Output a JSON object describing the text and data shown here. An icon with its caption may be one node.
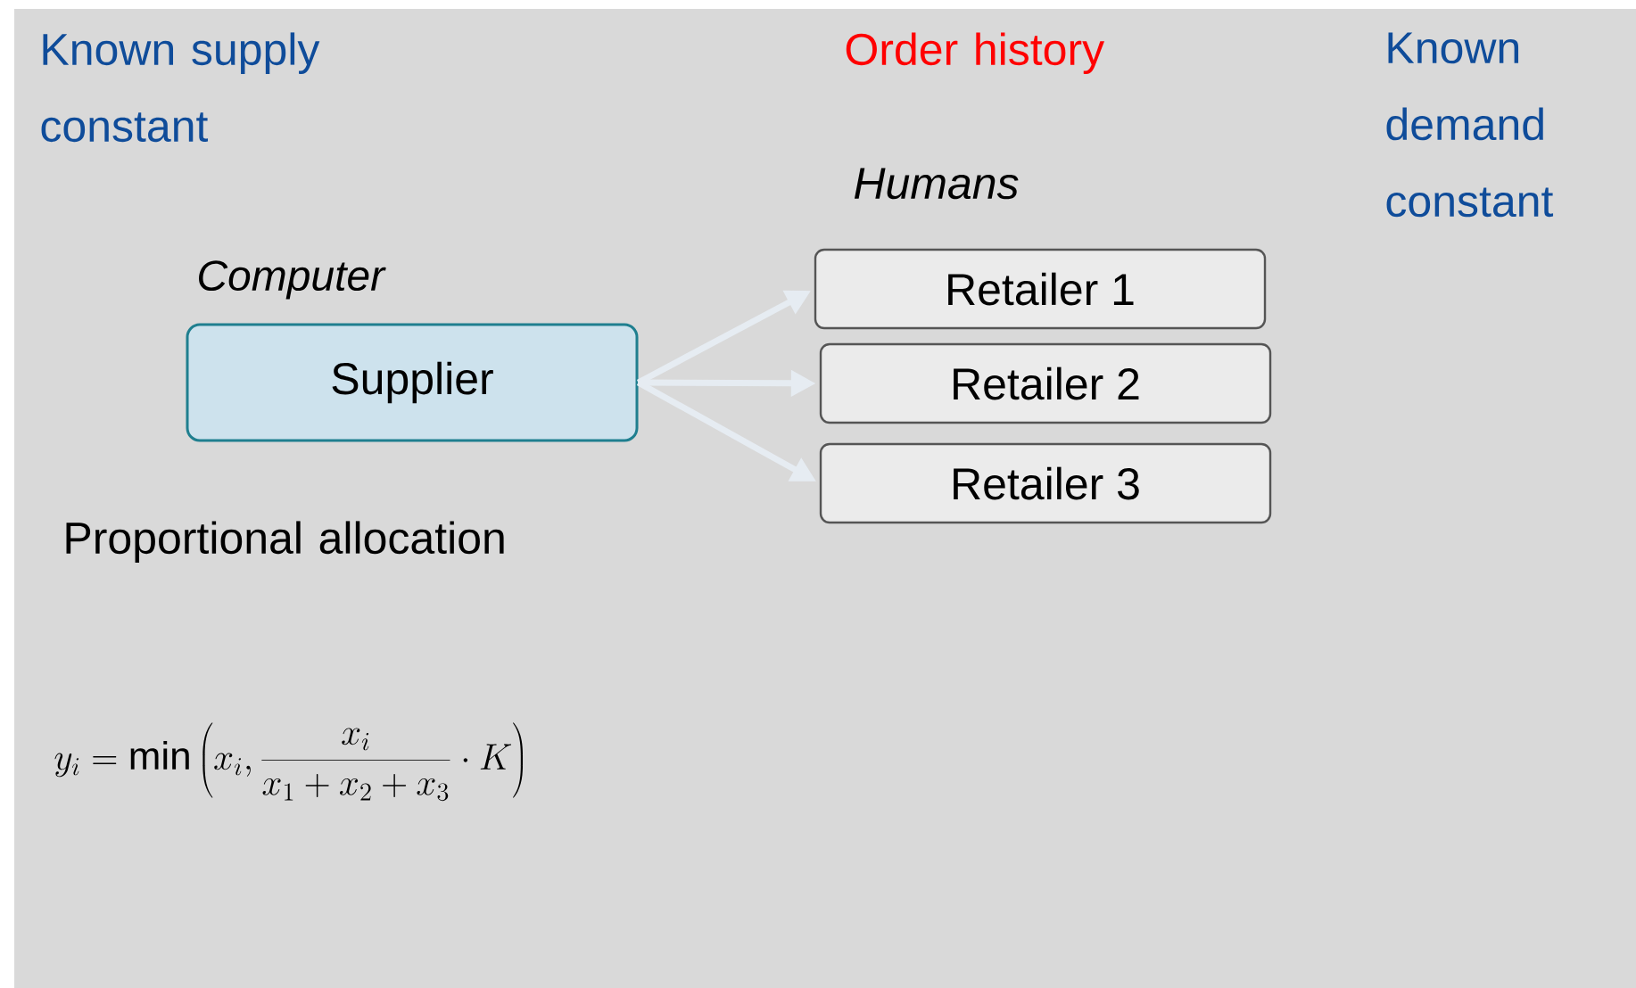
{
  "diagram": {
    "nodes": [
      {
        "text": [
          "Supplier"
        ],
        "beside": [
          "Computer"
        ]
      },
      {
        "text": [
          "Retailer 1"
        ]
      },
      {
        "text": [
          "Retailer 2"
        ]
      },
      {
        "text": [
          "Retailer 3"
        ]
      }
    ],
    "edges": [
      {
        "from": 0,
        "to": 1,
        "arrow": "to"
      },
      {
        "from": 0,
        "to": 2,
        "arrow": "to"
      },
      {
        "from": 0,
        "to": 3,
        "arrow": "to"
      }
    ],
    "labels": [
      "Known supply constant",
      "Order history",
      "Known demand constant",
      "Humans",
      "Proportional allocation",
      "y_i = \\min\\left(x_i, \\frac{x_i}{x_1 + x_2 + x_3} \\cdot K\\right)"
    ]
  }
}
